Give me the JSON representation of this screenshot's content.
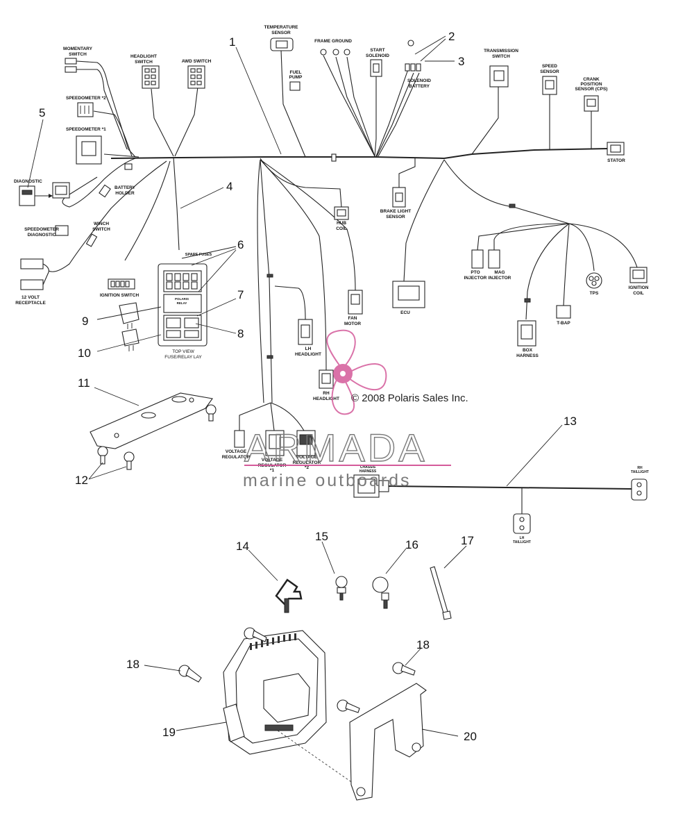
{
  "colors": {
    "ink": "#222222",
    "watermark": "#d45a9a",
    "watermark_text": "#7a7a7a"
  },
  "labels": {
    "momentary_switch": [
      "MOMENTARY",
      "SWITCH"
    ],
    "speedometer_2": "SPEEDOMETER *2",
    "speedometer_1": "SPEEDOMETER *1",
    "headlight_switch": [
      "HEADLIGHT",
      "SWITCH"
    ],
    "awd_switch": "AWD SWITCH",
    "temperature_sensor": [
      "TEMPERATURE",
      "SENSOR"
    ],
    "fuel_pump": [
      "FUEL",
      "PUMP"
    ],
    "frame_ground": "FRAME GROUND",
    "start_solenoid": [
      "START",
      "SOLENOID"
    ],
    "solenoid_battery": [
      "SOLENOID",
      "BATTERY"
    ],
    "transmission_switch": [
      "TRANSMISSION",
      "SWITCH"
    ],
    "speed_sensor": [
      "SPEED",
      "SENSOR"
    ],
    "crank_sensor": [
      "CRANK",
      "POSITION",
      "SENSOR (CPS)"
    ],
    "stator": "STATOR",
    "diagnostic": "DIAGNOSTIC",
    "battery_holder": [
      "BATTERY",
      "HOLDER"
    ],
    "speedometer_diagnostic": [
      "SPEEDOMETER",
      "DIAGNOSTIC"
    ],
    "winch_switch": [
      "WINCH",
      "SWITCH"
    ],
    "receptacle": [
      "12 VOLT",
      "RECEPTACLE"
    ],
    "ignition_switch": "IGNITION SWITCH",
    "spare_fuses": "SPARE FUSES",
    "polaris_relay": [
      "POLARIS",
      "RELAY"
    ],
    "fuse_view": [
      "TOP VIEW",
      "FUSE/RELAY LAY"
    ],
    "hub_coil": [
      "HUB",
      "COIL"
    ],
    "brake_light": [
      "BRAKE LIGHT",
      "SENSOR"
    ],
    "fan_motor": [
      "FAN",
      "MOTOR"
    ],
    "ecu": "ECU",
    "pto_injector": [
      "PTO",
      "INJECTOR"
    ],
    "mag_injector": [
      "MAG",
      "INJECTOR"
    ],
    "tps": "TPS",
    "ignition_coil": [
      "IGNITION",
      "COIL"
    ],
    "tbap": "T-BAP",
    "box_harness": [
      "BOX",
      "HARNESS"
    ],
    "lh_headlight": [
      "LH",
      "HEADLIGHT"
    ],
    "rh_headlight": [
      "RH",
      "HEADLIGHT"
    ],
    "voltage_regulator": [
      "VOLTAGE",
      "REGULATOR"
    ],
    "voltage_regulator_1": [
      "VOLTAGE",
      "REGULATOR",
      "*1"
    ],
    "voltage_regulator_2": [
      "VOLTAGE",
      "REGULATOR",
      "*2"
    ],
    "chassis_harness": [
      "CHASSIS",
      "HARNESS"
    ],
    "rh_taillight": [
      "RH",
      "TAILLIGHT"
    ],
    "lh_taillight": [
      "LH",
      "TAILLIGHT"
    ]
  },
  "callouts": [
    "1",
    "2",
    "3",
    "4",
    "5",
    "6",
    "7",
    "8",
    "9",
    "10",
    "11",
    "12",
    "13",
    "14",
    "15",
    "16",
    "17",
    "18",
    "19",
    "20"
  ],
  "watermark": {
    "copyright": "© 2008 Polaris Sales Inc.",
    "brand": "ARMADA",
    "tagline": "marine outboards"
  }
}
